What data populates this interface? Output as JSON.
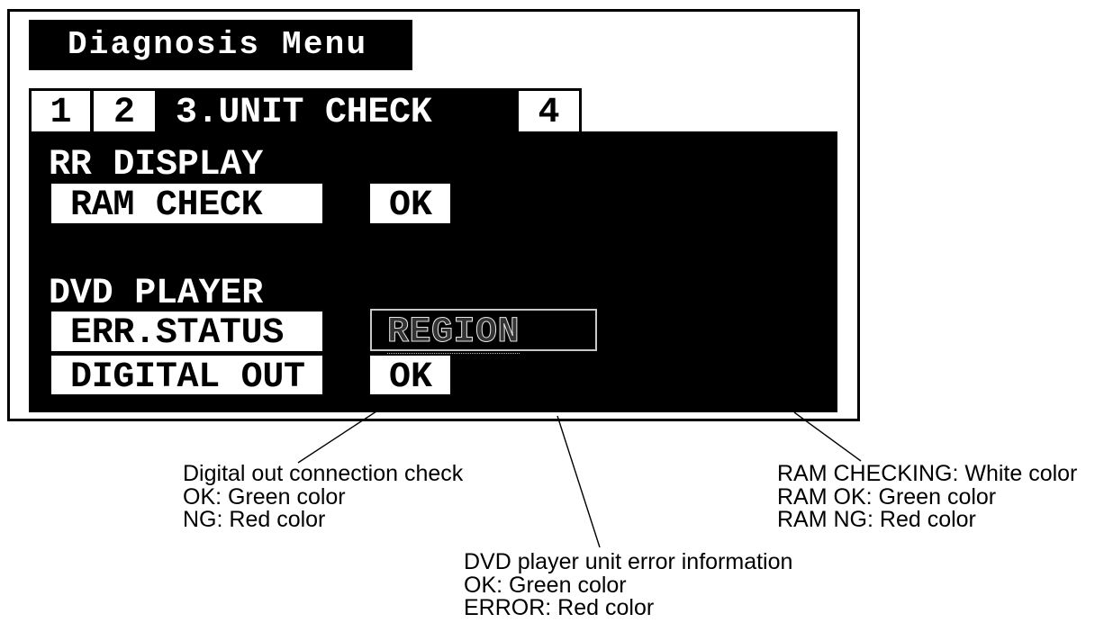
{
  "menu": {
    "title": "Diagnosis Menu"
  },
  "tabs": [
    {
      "label": "1",
      "active": false
    },
    {
      "label": "2",
      "active": false
    },
    {
      "label": "3.UNIT CHECK",
      "active": true
    },
    {
      "label": "4",
      "active": false
    }
  ],
  "sections": [
    {
      "heading": "RR DISPLAY",
      "rows": [
        {
          "label": "RAM CHECK",
          "value": "OK"
        }
      ]
    },
    {
      "heading": "DVD PLAYER",
      "rows": [
        {
          "label": "ERR.STATUS",
          "value": "REGION"
        },
        {
          "label": "DIGITAL OUT",
          "value": "OK"
        }
      ]
    }
  ],
  "callouts": [
    {
      "lines": [
        "Digital out connection check",
        "OK: Green color",
        "NG: Red color"
      ]
    },
    {
      "lines": [
        "DVD player unit error information",
        "OK: Green color",
        "ERROR: Red color"
      ]
    },
    {
      "lines": [
        "RAM CHECKING: White color",
        "RAM OK: Green color",
        "RAM NG: Red color"
      ]
    }
  ],
  "colors": {
    "screen_background": "#000000",
    "screen_text": "#ffffff",
    "label_box": "#ffffff",
    "page_background": "#ffffff"
  }
}
